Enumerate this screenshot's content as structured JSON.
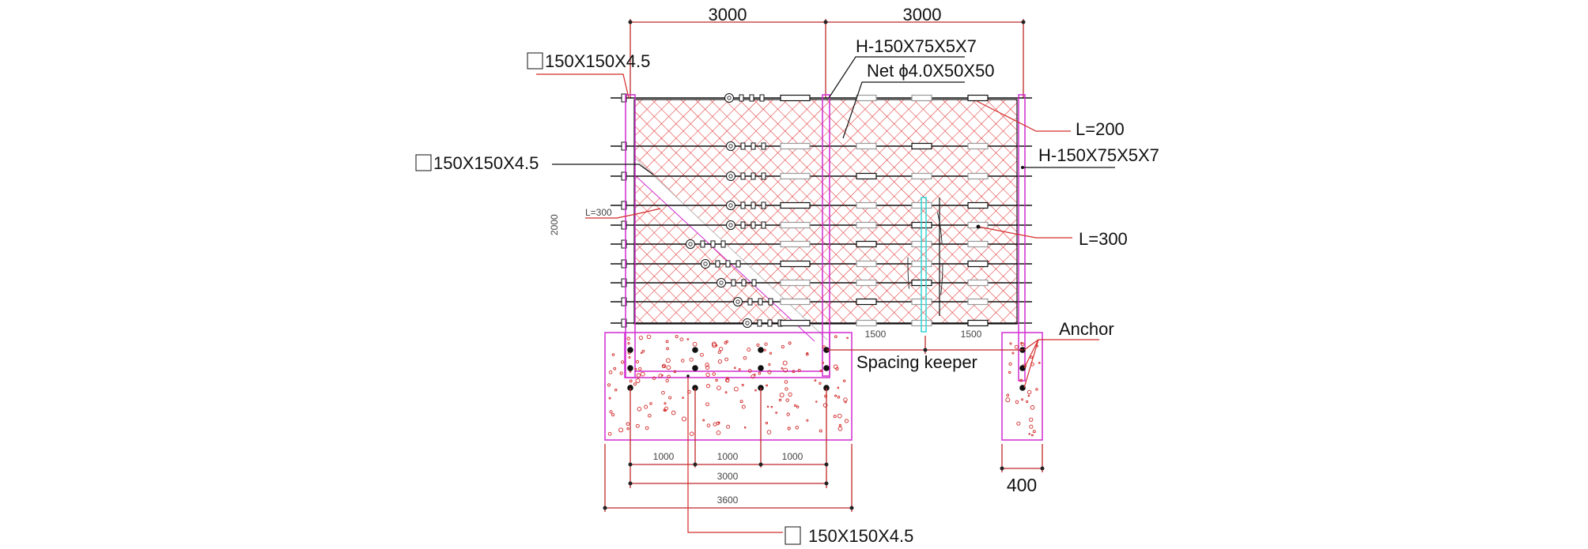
{
  "drawing": {
    "top_dimensions": [
      "3000",
      "3000"
    ],
    "labels": {
      "top_left_post": "150X150X4.5",
      "middle_post": "H-150X75X5X7",
      "net": "Net ϕ4.0X50X50",
      "brace": "150X150X4.5",
      "l200": "L=200",
      "right_post": "H-150X75X5X7",
      "l300_right": "L=300",
      "l300_left": "L=300",
      "height_dim": "2000",
      "anchor": "Anchor",
      "spacing_keeper": "Spacing keeper",
      "bottom_member": "150X150X4.5"
    },
    "span_dims": [
      "1500",
      "1500"
    ],
    "anchor_spacing_dims": [
      "1000",
      "1000",
      "1000"
    ],
    "anchor_total_dim": "3000",
    "footing_width_dim": "3600",
    "small_footing_width_dim": "400",
    "colors": {
      "net": "#e03030",
      "post": "#d12bd1",
      "dimension": "#c0282a",
      "concrete_dots": "#d42a2a",
      "spacing_keeper": "#33d6d6",
      "cable": "#111111"
    }
  }
}
